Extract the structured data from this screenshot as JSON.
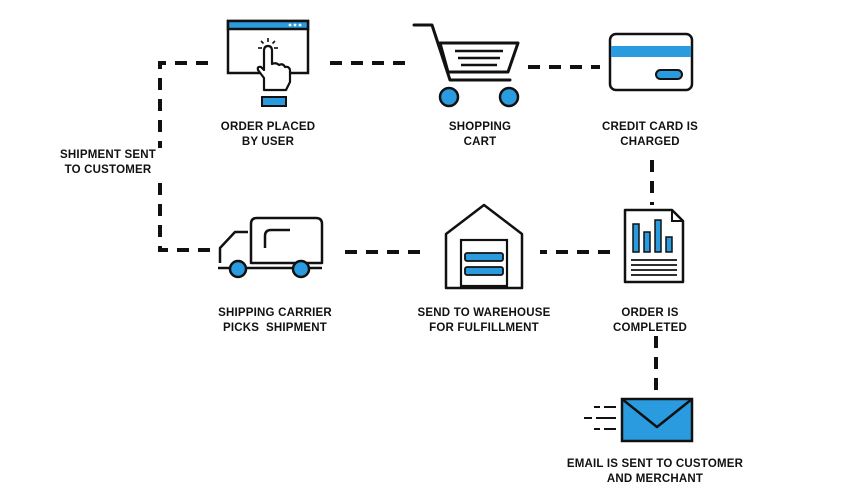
{
  "colors": {
    "stroke": "#111111",
    "accent": "#2b9be0",
    "background": "#ffffff"
  },
  "steps": [
    {
      "id": "order",
      "icon": "browser-click-icon",
      "lines": [
        "ORDER PLACED",
        "BY USER"
      ]
    },
    {
      "id": "cart",
      "icon": "shopping-cart-icon",
      "lines": [
        "SHOPPING",
        "CART"
      ]
    },
    {
      "id": "card",
      "icon": "credit-card-icon",
      "lines": [
        "CREDIT CARD IS",
        "CHARGED"
      ]
    },
    {
      "id": "complete",
      "icon": "document-chart-icon",
      "lines": [
        "ORDER IS",
        "COMPLETED"
      ]
    },
    {
      "id": "warehouse",
      "icon": "warehouse-icon",
      "lines": [
        "SEND TO WAREHOUSE",
        "FOR FULFILLMENT"
      ]
    },
    {
      "id": "carrier",
      "icon": "delivery-truck-icon",
      "lines": [
        "SHIPPING CARRIER",
        "PICKS  SHIPMENT"
      ]
    },
    {
      "id": "email",
      "icon": "email-envelope-icon",
      "lines": [
        "EMAIL IS SENT TO CUSTOMER",
        "AND MERCHANT"
      ]
    }
  ],
  "loop_label": {
    "lines": [
      "SHIPMENT SENT",
      "TO CUSTOMER"
    ]
  }
}
